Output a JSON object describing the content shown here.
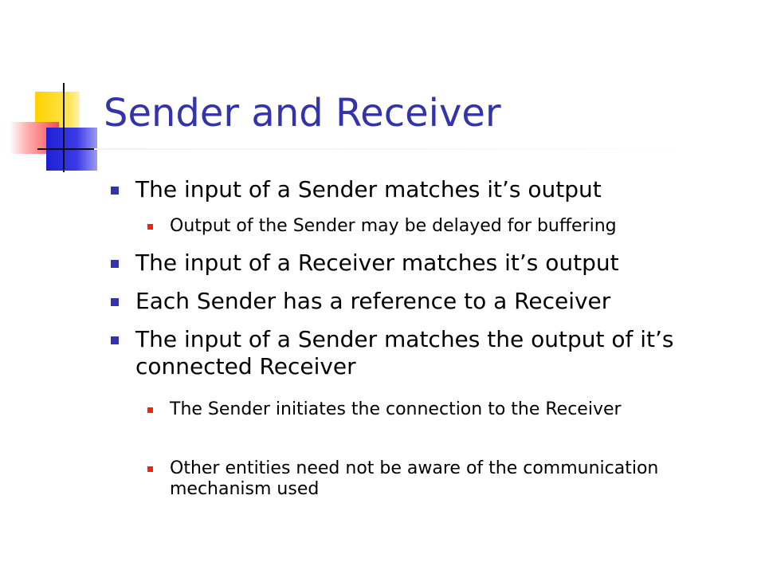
{
  "slide": {
    "title": "Sender and Receiver",
    "bullets": {
      "b1": "The input of a Sender matches it’s output",
      "b1_1": "Output of the Sender may be delayed for buffering",
      "b2": "The input of a Receiver matches it’s output",
      "b3": "Each Sender has a reference to a Receiver",
      "b4": "The input of a Sender matches the output of it’s connected Receiver",
      "b4_1": "The Sender initiates the connection to the Receiver",
      "b4_2": "Other entities need not be aware of the communication mechanism used"
    }
  },
  "colors": {
    "title": "#3333aa",
    "level1_bullet": "#3333aa",
    "level2_bullet": "#ff2200",
    "logo_yellow": "#ffd200",
    "logo_red": "#ff4a4a",
    "logo_blue": "#1e1ed8"
  }
}
